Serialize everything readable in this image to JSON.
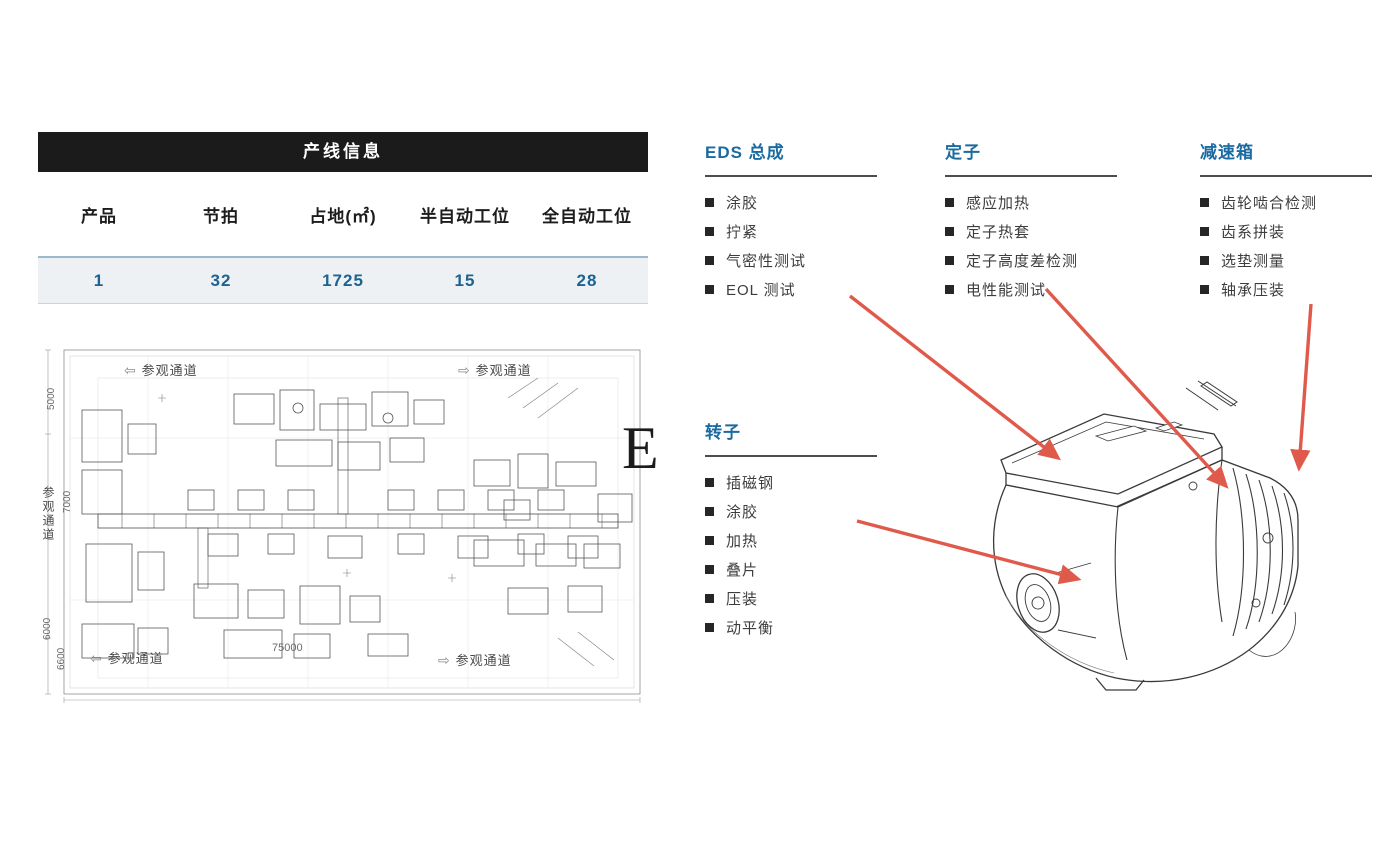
{
  "info_table": {
    "title": "产线信息",
    "columns": [
      "产品",
      "节拍",
      "占地(㎡)",
      "半自动工位",
      "全自动工位"
    ],
    "values": [
      "1",
      "32",
      "1725",
      "15",
      "28"
    ]
  },
  "floor_plan": {
    "passage_top_left": "参观通道",
    "passage_top_right": "参观通道",
    "passage_bottom_left": "参观通道",
    "passage_bottom_right": "参观通道",
    "passage_left_vertical": "参观通道",
    "dim_left_top": "5000",
    "dim_left_middle": "7000",
    "dim_left_lower": "6000",
    "dim_bottom_left": "6600",
    "dim_bottom_center": "75000",
    "corner_letter": "E"
  },
  "sections": [
    {
      "title": "EDS 总成",
      "items": [
        "涂胶",
        "拧紧",
        "气密性测试",
        "EOL 测试"
      ]
    },
    {
      "title": "定子",
      "items": [
        "感应加热",
        "定子热套",
        "定子高度差检测",
        "电性能测试"
      ]
    },
    {
      "title": "减速箱",
      "items": [
        "齿轮啮合检测",
        "齿系拼装",
        "选垫测量",
        "轴承压装"
      ]
    },
    {
      "title": "转子",
      "items": [
        "插磁钢",
        "涂胶",
        "加热",
        "叠片",
        "压装",
        "动平衡"
      ]
    }
  ],
  "colors": {
    "accent_blue": "#1b6aa0",
    "value_blue": "#1e6292",
    "arrow_red": "#e05a4b",
    "table_header_bg": "#1b1b1b"
  }
}
